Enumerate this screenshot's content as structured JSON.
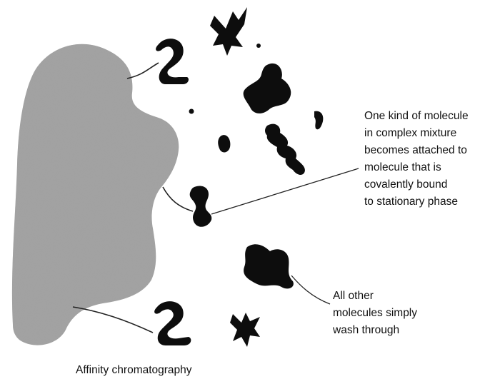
{
  "diagram": {
    "caption": "Affinity chromatography",
    "labels": {
      "attached": [
        "One kind of molecule",
        "in complex mixture",
        "becomes attached to",
        "molecule that is",
        "covalently bound",
        "to stationary phase"
      ],
      "wash": [
        "All other",
        "molecules simply",
        "wash through"
      ]
    },
    "colors": {
      "stationary_phase": "#9a9a9a",
      "molecule": "#0d0d0d",
      "line": "#222222"
    }
  }
}
